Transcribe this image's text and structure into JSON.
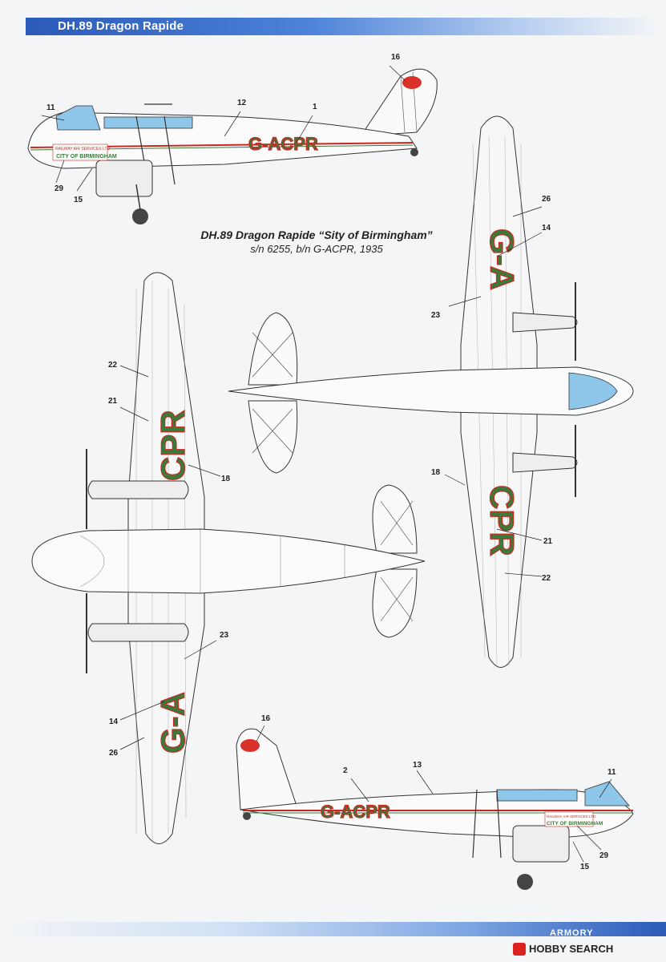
{
  "header": {
    "title": "DH.89 Dragon Rapide"
  },
  "caption": {
    "title": "DH.89 Dragon Rapide “Sity of Birmingham”",
    "subtitle": "s/n 6255, b/n G-ACPR, 1935"
  },
  "markings": {
    "fuselage_registration": "G-ACPR",
    "wing_registration_part1": "G-A",
    "wing_registration_part2": "CPR",
    "fuselage_badge_top": "RAILWAY AIR SERVICES LTD",
    "fuselage_badge_bottom": "CITY OF BIRMINGHAM"
  },
  "callouts": [
    "1",
    "2",
    "11",
    "12",
    "13",
    "14",
    "15",
    "16",
    "18",
    "21",
    "22",
    "23",
    "26",
    "29"
  ],
  "branding": {
    "publisher": "ARMORY",
    "watermark": "HOBBY SEARCH"
  },
  "colors": {
    "banner": "#2b5ab8",
    "registration_fill": "#3a7a3a",
    "registration_outline": "#c8281f",
    "cheatline": "#c8281f",
    "glazing": "#8fc7ea"
  }
}
